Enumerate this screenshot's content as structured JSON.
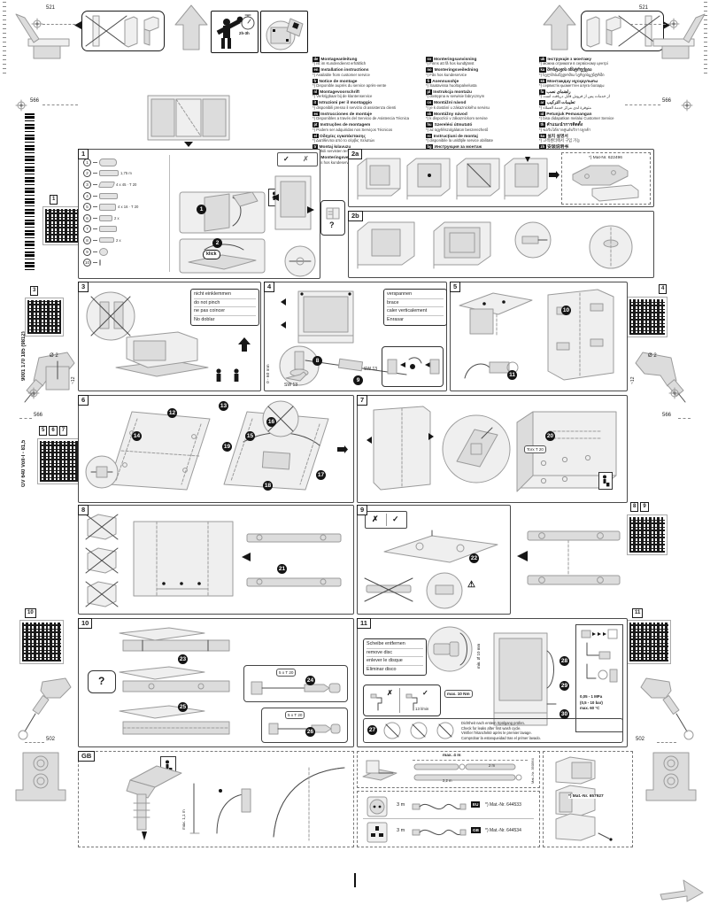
{
  "doc": {
    "barcode_number": "9001 170 185 (9812)",
    "model_code": "GV 640 Voll-I - 81,5",
    "duration": "2h-3h"
  },
  "symbols": {
    "yes": "✓",
    "no": "✗",
    "question": "?",
    "warning": "⚠"
  },
  "dimensions": {
    "top_width": "521",
    "niche_width": "566",
    "plinth_height": "502",
    "drill_diameter": "Ø 2",
    "drill_depth": "~12"
  },
  "languages": {
    "col1": [
      {
        "code": "de",
        "title": "Montageanleitung",
        "note": "*) ist im Kundendienst erhältlich"
      },
      {
        "code": "en",
        "title": "Installation instructions",
        "note": "*) Available from customer service"
      },
      {
        "code": "fr",
        "title": "Notice de montage",
        "note": "*) Disponible auprès du service après-vente"
      },
      {
        "code": "nl",
        "title": "Montagevoorschrift",
        "note": "*) Verkrijgbaar bij de klantenservice"
      },
      {
        "code": "it",
        "title": "Istruzioni per il montaggio",
        "note": "*) disponibili presso il servizio di assistenza clienti"
      },
      {
        "code": "es",
        "title": "Instrucciones de montaje",
        "note": "*) Disponibles a través del Servicio de Asistencia Técnica"
      },
      {
        "code": "pt",
        "title": "Instruções de montagem",
        "note": "*) Podem ser adquiridas nos Serviços Técnicos"
      },
      {
        "code": "el",
        "title": "Οδηγίες εγκατάστασης",
        "note": "*) Διατίθενται από το σέρβις πελατών"
      },
      {
        "code": "tr",
        "title": "Montaj kılavuzu",
        "note": "*) Yetkili servisten temin edilebilir"
      },
      {
        "code": "da",
        "title": "Monteringsvejledning",
        "note": "*) Fås hos kundeservice"
      }
    ],
    "col2": [
      {
        "code": "sv",
        "title": "Monteringsanvisning",
        "note": "*) Finns att få hos kundtjänst"
      },
      {
        "code": "no",
        "title": "Monteringsveiledning",
        "note": "*) Fås hos kundeservice"
      },
      {
        "code": "fi",
        "title": "Asennusohje",
        "note": "*) Saatavissa huoltopalvelusta"
      },
      {
        "code": "pl",
        "title": "Instrukcja montażu",
        "note": "*) dostępna w serwisie fabrycznym"
      },
      {
        "code": "cs",
        "title": "Montážní návod",
        "note": "*) je k dostání u zákaznického servisu"
      },
      {
        "code": "sk",
        "title": "Montážny návod",
        "note": "*) k dispozícii v zákazníckom servise"
      },
      {
        "code": "hu",
        "title": "Szerelési útmutató",
        "note": "*) az ügyfélszolgálaton beszerezhető"
      },
      {
        "code": "ro",
        "title": "Instrucţiuni de montaj",
        "note": "*) disponibile la unităţile service abilitate"
      },
      {
        "code": "bg",
        "title": "Инструкция за монтаж",
        "note": "*) може да се получи от сервизния център"
      },
      {
        "code": "ru",
        "title": "Инструкция по монтажу",
        "note": "*) можно получить в сервисной службе"
      }
    ],
    "col3": [
      {
        "code": "uk",
        "title": "Інструкція з монтажу",
        "note": "*) можна отримати в сервісному центрі"
      },
      {
        "code": "ka",
        "title": "მონტაჟის ინსტრუქცია",
        "note": "*) ხელმისაწვდომია სერვისცენტრში"
      },
      {
        "code": "kk",
        "title": "Монтаждау нұсқаулығы",
        "note": "*) сервистік қызметтен алуға болады"
      },
      {
        "code": "fa",
        "title": "راهنمای نصب",
        "note": "*) از خدمات پس از فروش قابل دریافت است"
      },
      {
        "code": "ar",
        "title": "تعليمات التركيب",
        "note": "*) متوفرة لدى مركز خدمة العملاء"
      },
      {
        "code": "id",
        "title": "Petunjuk Pemasangan",
        "note": "*) bisa didapatkan melalui Customer Service"
      },
      {
        "code": "th",
        "title": "คำแนะนำการติดตั้ง",
        "note": "*) ขอรับได้จากศูนย์บริการลูกค้า"
      },
      {
        "code": "ko",
        "title": "설치 설명서",
        "note": "*) 고객센터에서 구입 가능"
      },
      {
        "code": "zh",
        "title": "安装说明书",
        "note": "*) 可向客户服务部门索取"
      },
      {
        "code": "zh",
        "title": "安裝說明書",
        "note": "*) 可向客戶服務中心索取"
      }
    ]
  },
  "panels": {
    "p1": {
      "label": "1",
      "klick": "klick",
      "badges": [
        "1",
        "2"
      ],
      "parts": [
        {
          "num": "1",
          "label": ""
        },
        {
          "num": "2",
          "label": "1,75 m"
        },
        {
          "num": "3",
          "label": "4 x 45 · T 20"
        },
        {
          "num": "4",
          "label": ""
        },
        {
          "num": "5",
          "label": "4 x 16 · T 20"
        },
        {
          "num": "6",
          "label": "2 x"
        },
        {
          "num": "7",
          "label": ""
        },
        {
          "num": "8",
          "label": "2 x"
        },
        {
          "num": "9",
          "label": ""
        },
        {
          "num": "10",
          "label": ""
        }
      ]
    },
    "p2a": {
      "label": "2a",
      "mat_nr": "*) Mat-Nr. 622496"
    },
    "p2b": {
      "label": "2b"
    },
    "p3": {
      "label": "3",
      "note_lines": [
        "nicht einklemmen",
        "do not pinch",
        "ne pas coincer",
        "No doblar"
      ]
    },
    "p4": {
      "label": "4",
      "note_lines": [
        "verspannen",
        "brace",
        "caler verticalement",
        "Enrasar"
      ],
      "wrench": "SW 13",
      "wrench2": "SW 13",
      "foot_range": "0 - 60 mm",
      "badges": [
        "8",
        "9"
      ]
    },
    "p5": {
      "label": "5",
      "badges": [
        "10",
        "11"
      ]
    },
    "p6": {
      "label": "6",
      "badges": [
        "12",
        "13",
        "14",
        "15",
        "16",
        "17",
        "18",
        "19"
      ]
    },
    "p7": {
      "label": "7",
      "tool": "Torx T 20",
      "badges": [
        "20"
      ]
    },
    "p8": {
      "label": "8",
      "badges": [
        "21"
      ]
    },
    "p9": {
      "label": "9",
      "badges": [
        "22"
      ]
    },
    "p10": {
      "label": "10",
      "question": "?",
      "screw_label_1": "5 x T 20",
      "screw_label_2": "5 x T 20",
      "badges": [
        "23",
        "24",
        "25",
        "26"
      ]
    },
    "p11": {
      "label": "11",
      "note_lines": [
        "Scheibe entfernen",
        "remove disc",
        "enlever le disque",
        "Eliminar disco"
      ],
      "hose_dia": "min. Ø 10 mm",
      "torque": "max. 10 Nm",
      "flow": "13 l/min",
      "strip_badge": "27",
      "badges": [
        "28",
        "29",
        "30"
      ],
      "pressure_lines": [
        "0,05 - 1 MPa",
        "(0,5 - 10 bar)",
        "max. 60 °C"
      ],
      "leak_lines": [
        "Dichtheit nach erstem Spülgang prüfen.",
        "Check for leaks after first wash cycle.",
        "Vérifier l'étanchéité après le premier lavage.",
        "Comprobar la estanqueidad tras el primer lavado."
      ]
    },
    "gb": {
      "label": "GB",
      "riser": "max. 1,1 m"
    },
    "hose_ext": {
      "total": "max. 4 m",
      "len1": "2 m",
      "len2": "2,2 m",
      "mat_nr": "Mat.-Nr. 350564"
    },
    "cables": [
      {
        "len": "3 m",
        "tag": "EU",
        "mat_nr": "*) Mat.-Nr. 644533"
      },
      {
        "len": "3 m",
        "tag": "GB",
        "mat_nr": "*) Mat.-Nr. 644534"
      }
    ],
    "deco_panel": {
      "mat_nr": "*) Mat.-Nr. 657927"
    }
  },
  "qr_labels": {
    "left_a": [
      "1"
    ],
    "left_b": [
      "3"
    ],
    "left_c": [
      "5",
      "6",
      "7"
    ],
    "left_d": [
      "10"
    ],
    "right_a": [
      "4"
    ],
    "right_b": [
      "8",
      "9"
    ],
    "right_c": [
      "11"
    ]
  }
}
